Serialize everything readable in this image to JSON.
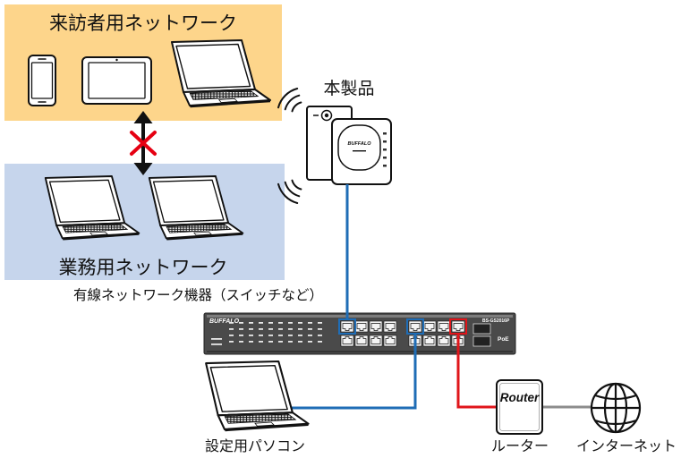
{
  "guest_network": {
    "label": "来訪者用ネットワーク",
    "devices": [
      "smartphone-icon",
      "tablet-icon",
      "laptop-icon"
    ]
  },
  "business_network": {
    "label": "業務用ネットワーク",
    "devices": [
      "laptop-icon",
      "laptop-icon"
    ]
  },
  "separation": {
    "icon": "double-arrow-icon",
    "blocked_icon": "cross-mark-icon"
  },
  "access_point": {
    "label": "本製品",
    "brand": "BUFFALO",
    "icon": "wireless-access-point-icon",
    "signal_icon": "wireless-signal-icon"
  },
  "network_switch": {
    "label": "有線ネットワーク機器（スイッチなど）",
    "brand": "BUFFALO",
    "model": "BS-GS2016P",
    "feature": "PoE",
    "icon": "network-switch-icon"
  },
  "setup_pc": {
    "label": "設定用パソコン",
    "icon": "laptop-icon"
  },
  "router": {
    "label": "ルーター",
    "device_text": "Router",
    "icon": "router-icon"
  },
  "internet": {
    "label": "インターネット",
    "icon": "globe-icon"
  },
  "colors": {
    "guest_zone": "#fdd58b",
    "business_zone": "#c6d5ec",
    "ap_link": "#1f6db6",
    "pc_link": "#1f6db6",
    "wan_link": "#e0161b",
    "internet_link": "#8c8c8c",
    "blocked_mark": "#e60012"
  }
}
